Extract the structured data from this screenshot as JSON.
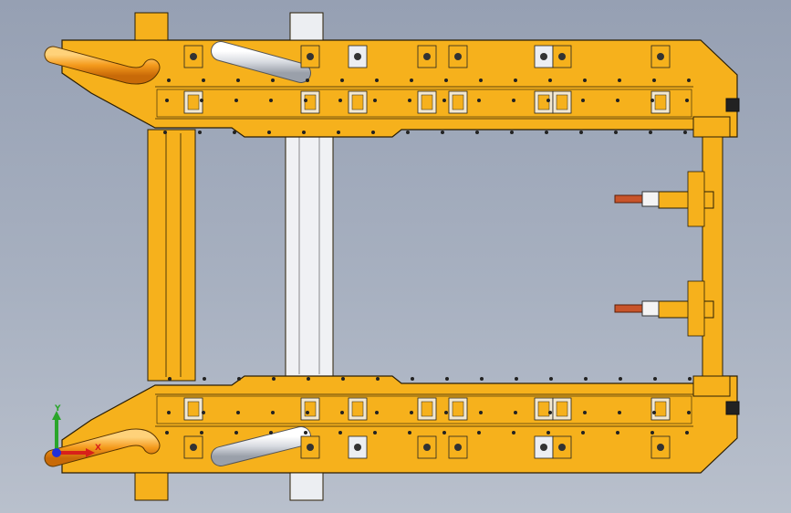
{
  "view": {
    "background_top": "#96a0b3",
    "background_bottom": "#b9c0cc"
  },
  "fixture": {
    "frame_color": "#f6b11c",
    "edge_color": "#2a1e05",
    "steel_color": "#e7e9ee",
    "copper_color": "#c8542a",
    "clamp_sets": 12
  },
  "triad": {
    "x_label": "X",
    "y_label": "Y",
    "x_color": "#d8201a",
    "y_color": "#2aa52a",
    "z_color": "#2030d8"
  }
}
